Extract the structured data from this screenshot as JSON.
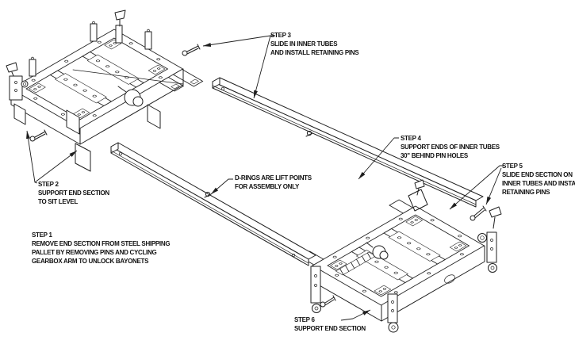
{
  "colors": {
    "background": "#ffffff",
    "line": "#1f1f1f",
    "text": "#111111"
  },
  "annotations": {
    "step1": {
      "lines": [
        "STEP 1",
        "REMOVE END SECTION FROM STEEL SHIPPING",
        "PALLET BY REMOVING PINS AND CYCLING",
        "GEARBOX ARM TO UNLOCK BAYONETS"
      ]
    },
    "step2": {
      "lines": [
        "STEP 2",
        "SUPPORT END SECTION",
        "TO SIT LEVEL"
      ]
    },
    "step3": {
      "lines": [
        "STEP 3",
        "SLIDE IN INNER TUBES",
        "AND INSTALL RETAINING PINS"
      ]
    },
    "step4": {
      "lines": [
        "STEP 4",
        "SUPPORT ENDS OF INNER TUBES",
        "30\" BEHIND PIN HOLES"
      ]
    },
    "step5": {
      "lines": [
        "STEP 5",
        "SLIDE END SECTION ON",
        "INNER TUBES AND INSTALL",
        "RETAINING PINS"
      ]
    },
    "step6": {
      "lines": [
        "STEP 6",
        "SUPPORT END SECTION"
      ]
    },
    "d_rings": {
      "lines": [
        "D-RINGS ARE LIFT POINTS",
        "FOR ASSEMBLY ONLY"
      ]
    }
  }
}
